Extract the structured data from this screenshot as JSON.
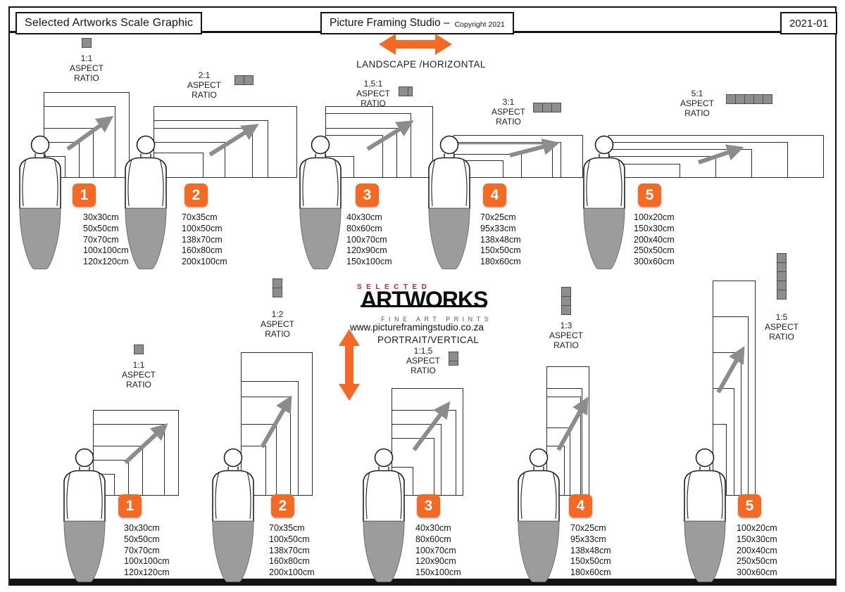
{
  "header": {
    "title": "Selected Artworks Scale Graphic",
    "studio": "Picture Framing Studio –",
    "copyright": "Copyright 2021",
    "version": "2021-01"
  },
  "orientation_labels": {
    "landscape": "LANDSCAPE /HORIZONTAL",
    "portrait": "PORTRAIT/VERTICAL"
  },
  "logo": {
    "selected": "SELECTED",
    "artworks": "ARTWORKS",
    "tagline": "FINE ART PRINTS",
    "website": "www.pictureframingstudio.co.za"
  },
  "aspect_words": {
    "aspect": "ASPECT",
    "ratio": "RATIO"
  },
  "colors": {
    "accent_orange": "#F26A24",
    "logo_red": "#C1272D",
    "figure_gray": "#9C9C9C",
    "arrow_gray": "#8C8C8C"
  },
  "landscape_groups": [
    {
      "number": "1",
      "ratio_label": "1:1",
      "ratio": [
        1,
        1
      ],
      "sizes": [
        "30x30cm",
        "50x50cm",
        "70x70cm",
        "100x100cm",
        "120x120cm"
      ]
    },
    {
      "number": "2",
      "ratio_label": "2:1",
      "ratio": [
        2,
        1
      ],
      "sizes": [
        "70x35cm",
        "100x50cm",
        "138x70cm",
        "160x80cm",
        "200x100cm"
      ]
    },
    {
      "number": "3",
      "ratio_label": "1,5:1",
      "ratio": [
        1.5,
        1
      ],
      "sizes": [
        "40x30cm",
        "80x60cm",
        "100x70cm",
        "120x90cm",
        "150x100cm"
      ]
    },
    {
      "number": "4",
      "ratio_label": "3:1",
      "ratio": [
        3,
        1
      ],
      "sizes": [
        "70x25cm",
        "95x33cm",
        "138x48cm",
        "150x50cm",
        "180x60cm"
      ]
    },
    {
      "number": "5",
      "ratio_label": "5:1",
      "ratio": [
        5,
        1
      ],
      "sizes": [
        "100x20cm",
        "150x30cm",
        "200x40cm",
        "250x50cm",
        "300x60cm"
      ]
    }
  ],
  "portrait_groups": [
    {
      "number": "1",
      "ratio_label": "1:1",
      "ratio": [
        1,
        1
      ],
      "sizes": [
        "30x30cm",
        "50x50cm",
        "70x70cm",
        "100x100cm",
        "120x120cm"
      ]
    },
    {
      "number": "2",
      "ratio_label": "1:2",
      "ratio": [
        1,
        2
      ],
      "sizes": [
        "70x35cm",
        "100x50cm",
        "138x70cm",
        "160x80cm",
        "200x100cm"
      ]
    },
    {
      "number": "3",
      "ratio_label": "1:1,5",
      "ratio": [
        1,
        1.5
      ],
      "sizes": [
        "40x30cm",
        "80x60cm",
        "100x70cm",
        "120x90cm",
        "150x100cm"
      ]
    },
    {
      "number": "4",
      "ratio_label": "1:3",
      "ratio": [
        1,
        3
      ],
      "sizes": [
        "70x25cm",
        "95x33cm",
        "138x48cm",
        "150x50cm",
        "180x60cm"
      ]
    },
    {
      "number": "5",
      "ratio_label": "1:5",
      "ratio": [
        1,
        5
      ],
      "sizes": [
        "100x20cm",
        "150x30cm",
        "200x40cm",
        "250x50cm",
        "300x60cm"
      ]
    }
  ]
}
